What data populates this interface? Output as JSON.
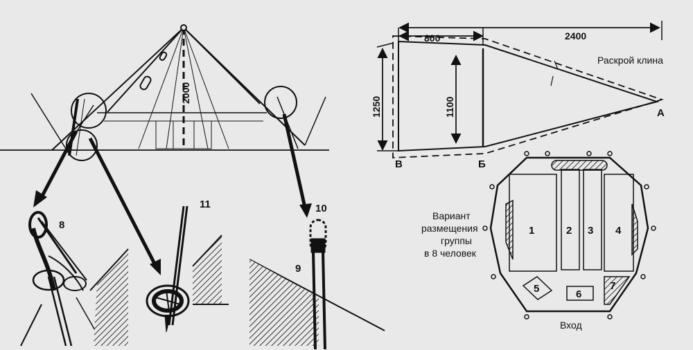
{
  "pattern": {
    "title": "Раскрой клина",
    "width_label": "800",
    "length_label": "2400",
    "height_outer_label": "1250",
    "height_inner_label": "1100",
    "corner_b": "Б",
    "corner_v": "В",
    "corner_a": "А"
  },
  "tent": {
    "height_label": "2000"
  },
  "details": {
    "label_8": "8",
    "label_9": "9",
    "label_10": "10"
  },
  "layout": {
    "caption": [
      "Вариант",
      "размещения",
      "группы",
      "в 8 человек"
    ],
    "entrance": "Вход",
    "places": [
      "1",
      "2",
      "3",
      "4",
      "5",
      "6",
      "7"
    ]
  }
}
